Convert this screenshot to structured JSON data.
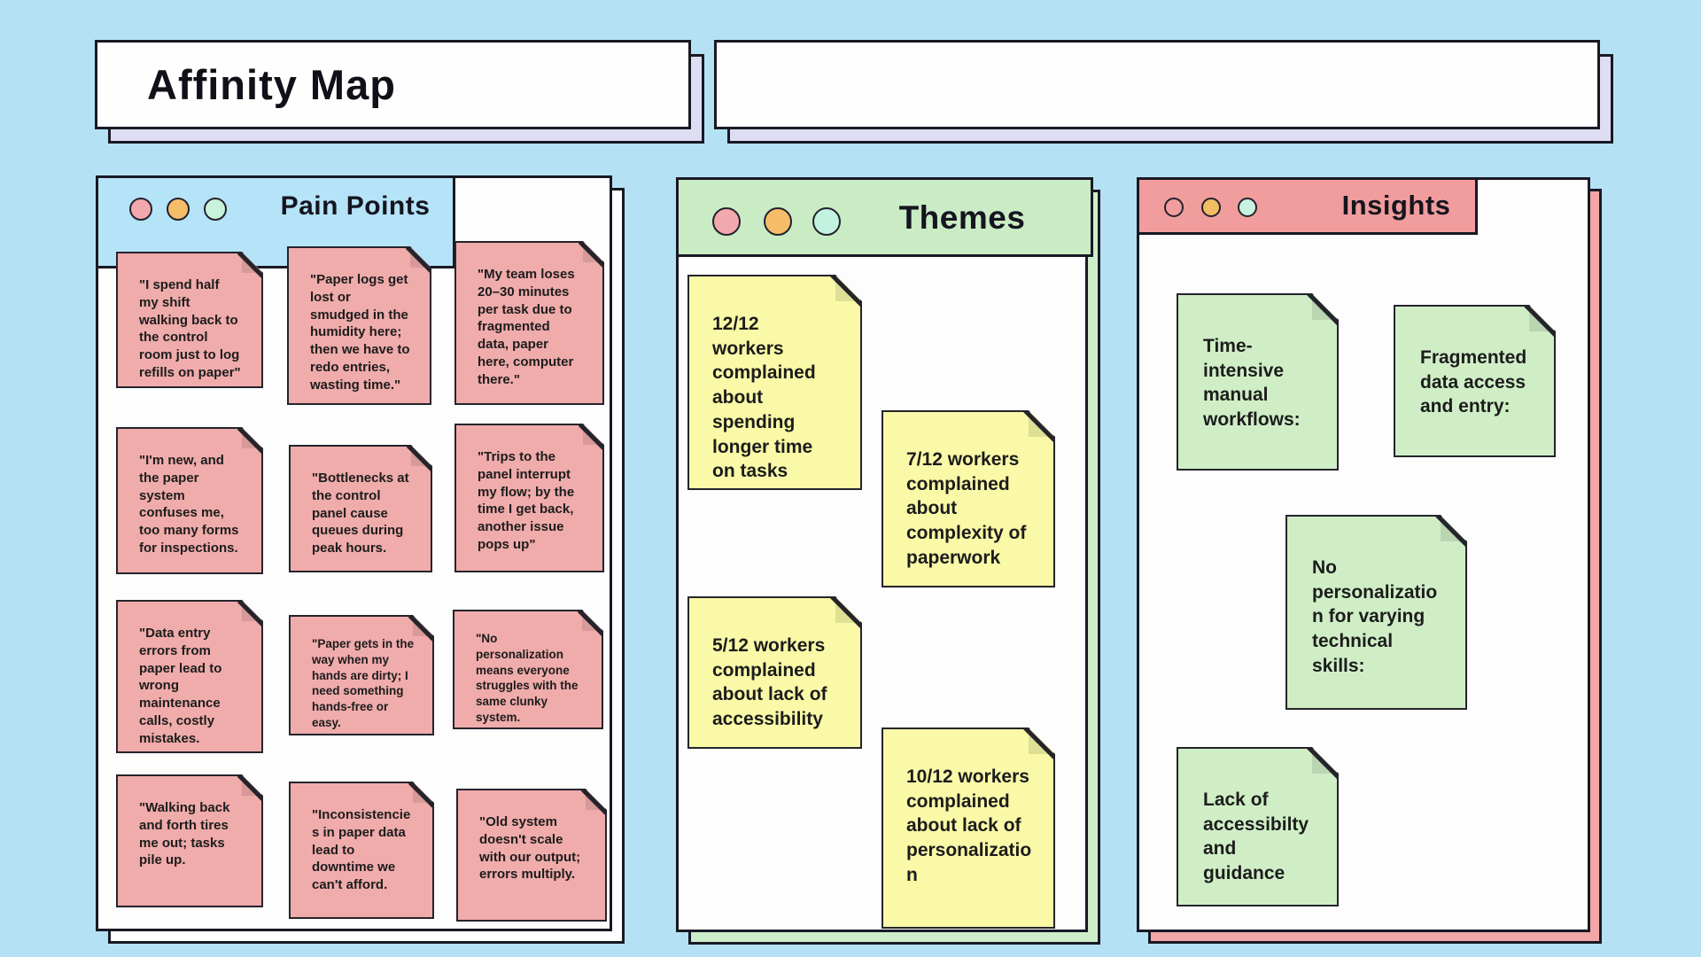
{
  "canvas": {
    "background": "#b5e1f5"
  },
  "header": {
    "main_title": "Affinity Map",
    "title_box_fill": "#fefefe",
    "title_shadow_color": "#dfddf4"
  },
  "panels": [
    {
      "title": "Pain Points",
      "titlebar_color": "#b5e3f8",
      "shadow_color": "#fefefe",
      "note_color": "#f0abab",
      "dots": [
        "#f2a9ad",
        "#f5bd68",
        "#c9f2dc"
      ],
      "notes": [
        "\"I spend half\nmy shift\nwalking back to\nthe control\nroom just to log\nrefills on paper\"",
        "\"Paper logs get\nlost or\nsmudged in the\nhumidity here;\nthen we have to\nredo entries,\nwasting time.\"",
        "\"My team loses\n20–30 minutes\nper task due to\nfragmented\ndata, paper\nhere, computer\nthere.\"",
        "\"I'm new, and\nthe paper\nsystem\nconfuses me,\ntoo many forms\nfor inspections.",
        "\"Bottlenecks at\nthe control\npanel cause\nqueues during\npeak hours.",
        "\"Trips to the\npanel interrupt\nmy flow; by the\ntime I get back,\nanother issue\npops up\"",
        "\"Data entry\nerrors from\npaper lead to\nwrong\nmaintenance\ncalls, costly\nmistakes.",
        "\"Paper gets in the\nway when my\nhands are dirty; I\nneed something\nhands-free or\neasy.",
        "\"No\npersonalization\nmeans everyone\nstruggles with the\nsame clunky\nsystem.",
        "\"Walking back\nand forth tires\nme out; tasks\npile up.",
        "\"Inconsistencie\ns in paper data\nlead to\ndowntime we\ncan't afford.",
        "\"Old system\ndoesn't scale\nwith our output;\nerrors multiply."
      ]
    },
    {
      "title": "Themes",
      "titlebar_color": "#c9ecc5",
      "shadow_color": "#cdeec9",
      "note_color": "#f9f9a7",
      "dots": [
        "#f2a9ad",
        "#f5bd68",
        "#c4f2e0"
      ],
      "notes": [
        "12/12\nworkers\ncomplained\nabout\nspending\nlonger time\non tasks",
        "7/12 workers\ncomplained\nabout\ncomplexity of\npaperwork",
        "5/12 workers\ncomplained\nabout lack of\naccessibility",
        "10/12 workers\ncomplained\nabout lack of\npersonalizatio\nn"
      ]
    },
    {
      "title": "Insights",
      "titlebar_color": "#f19d9d",
      "shadow_color": "#f2a6a6",
      "note_color": "#d0eec6",
      "dots": [
        "transparent",
        "#f3bd64",
        "#c8f2e0"
      ],
      "notes": [
        "Time-\nintensive\nmanual\nworkflows:",
        "Fragmented\ndata access\nand entry:",
        "No\npersonalizatio\nn for varying\ntechnical\nskills:",
        "Lack of\naccessibilty\nand\nguidance"
      ]
    }
  ]
}
